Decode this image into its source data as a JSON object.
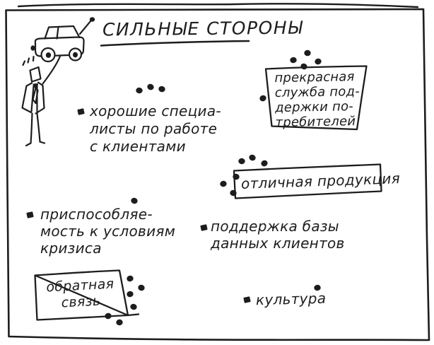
{
  "colors": {
    "ink": "#1d1d1d",
    "paper": "#ffffff"
  },
  "title": "СИЛЬНЫЕ СТОРОНЫ",
  "notes": {
    "specialists": "хорошие специа-\nлисты по работе\nс клиентами",
    "support": "прекрасная\nслужба под-\nдержки по-\nтребителей",
    "products": "отличная продукция",
    "adaptability": "приспособляе-\nмость к условиям\nкризиса",
    "database": "поддержка базы\nданных клиентов",
    "feedback": "обратная\nсвязь",
    "culture": "культура"
  },
  "votes": {
    "specialists": [
      [
        197,
        128
      ],
      [
        213,
        123
      ],
      [
        229,
        126
      ]
    ],
    "support": [
      [
        415,
        85
      ],
      [
        435,
        75
      ],
      [
        430,
        94
      ],
      [
        450,
        87
      ],
      [
        372,
        139
      ]
    ],
    "products": [
      [
        342,
        228
      ],
      [
        357,
        223
      ],
      [
        374,
        231
      ],
      [
        334,
        250
      ],
      [
        316,
        260
      ],
      [
        330,
        273
      ]
    ],
    "adaptability": [
      [
        190,
        284
      ]
    ],
    "feedback": [
      [
        184,
        394
      ],
      [
        200,
        407
      ],
      [
        184,
        416
      ],
      [
        189,
        434
      ],
      [
        153,
        447
      ],
      [
        169,
        456
      ]
    ],
    "culture": [
      [
        449,
        407
      ]
    ]
  },
  "icons": {
    "mascot": "person-presenting-car-sketch"
  }
}
